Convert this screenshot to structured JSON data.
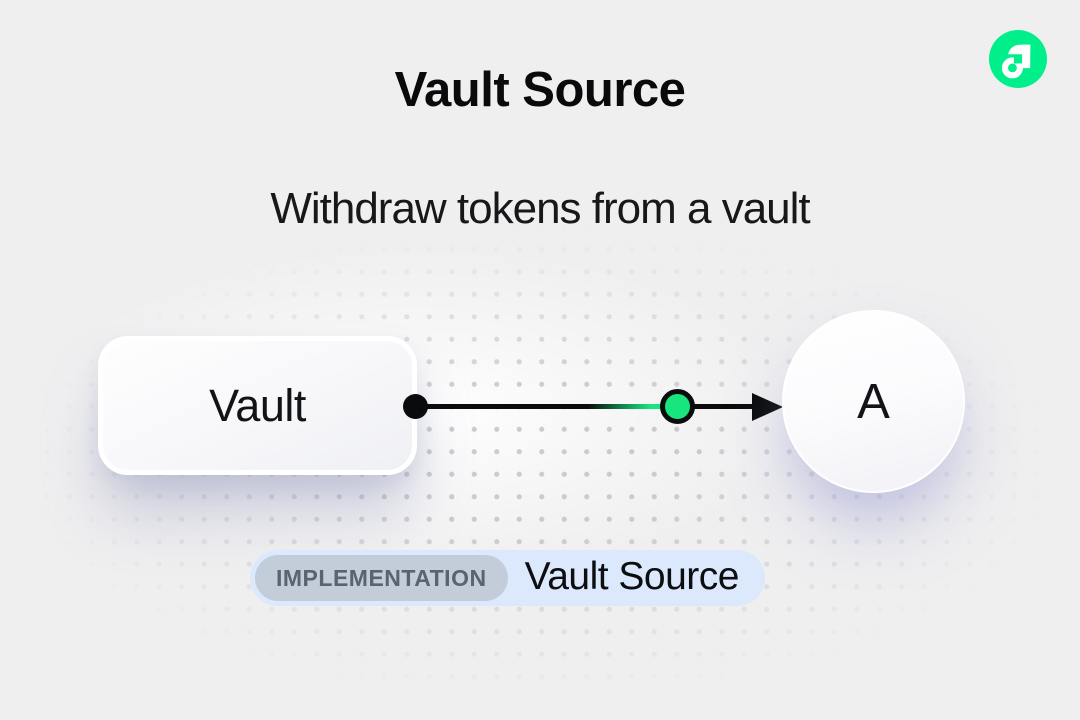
{
  "header": {
    "title": "Vault Source",
    "subtitle": "Withdraw tokens from a vault"
  },
  "logo": {
    "icon": "flow-logo",
    "background": "#00EF8B",
    "glyph_color": "#FFFFFF"
  },
  "diagram": {
    "vault_node_label": "Vault",
    "recipient_node_label": "A",
    "edge_line_color": "#0A0B0C",
    "edge_marker_color": "#17E57D"
  },
  "footer_badge": {
    "tag": "IMPLEMENTATION",
    "title": "Vault Source",
    "tag_bg": "#C3CCD9",
    "pill_bg": "#DCE8FC"
  }
}
